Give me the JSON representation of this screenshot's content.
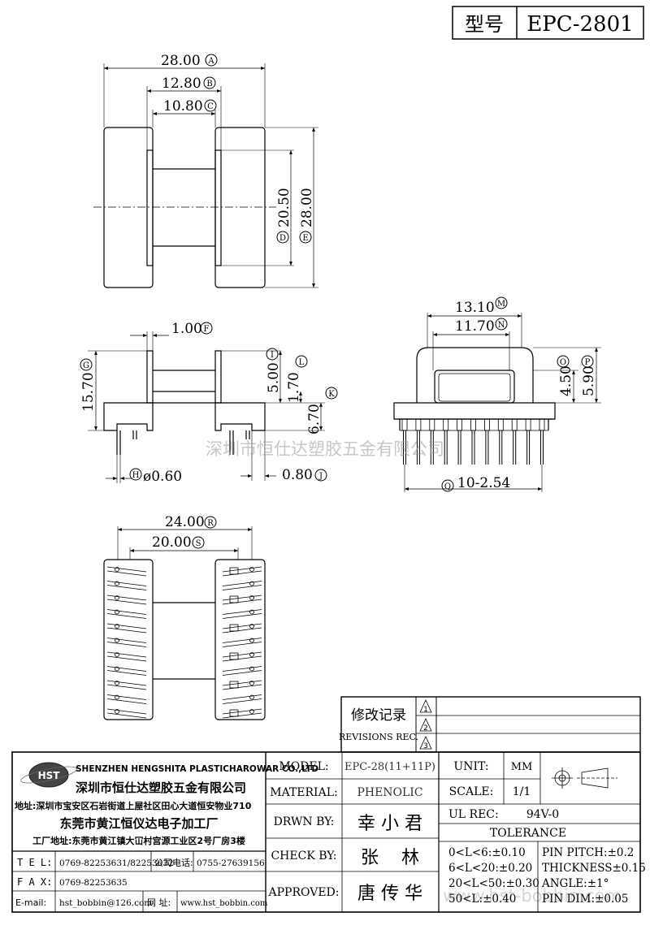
{
  "title_block": {
    "model_label": "型号",
    "model_value": "EPC-2801"
  },
  "views": {
    "top": {
      "dims": [
        {
          "label": "28.00",
          "tag": "A"
        },
        {
          "label": "12.80",
          "tag": "B"
        },
        {
          "label": "10.80",
          "tag": "C"
        },
        {
          "label": "20.50",
          "tag": "D"
        },
        {
          "label": "28.00",
          "tag": "E"
        }
      ]
    },
    "front": {
      "dims": [
        {
          "label": "1.00",
          "tag": "F"
        },
        {
          "label": "15.70",
          "tag": "G"
        },
        {
          "label": "ø0.60",
          "tag": "H"
        },
        {
          "label": "5.00",
          "tag": "I"
        },
        {
          "label": "0.80",
          "tag": "J"
        },
        {
          "label": "6.70",
          "tag": "K"
        },
        {
          "label": "1.70",
          "tag": "L"
        }
      ]
    },
    "side": {
      "dims": [
        {
          "label": "13.10",
          "tag": "M"
        },
        {
          "label": "11.70",
          "tag": "N"
        },
        {
          "label": "4.50",
          "tag": "O"
        },
        {
          "label": "5.90",
          "tag": "P"
        },
        {
          "label": "10-2.54",
          "tag": "Q"
        }
      ]
    },
    "bottom": {
      "dims": [
        {
          "label": "24.00",
          "tag": "R"
        },
        {
          "label": "20.00",
          "tag": "S"
        }
      ]
    }
  },
  "watermarks": {
    "center": "深圳市恒仕达塑胶五金有限公司",
    "footer": "www.hst-bobbin.com"
  },
  "revisions": {
    "label_cn": "修改记录",
    "label_en": "REVISIONS REC.",
    "marks": [
      "1",
      "2",
      "3"
    ]
  },
  "company": {
    "logo_text": "HST",
    "name_en": "SHENZHEN HENGSHITA PLASTICHAROWAR CO.,LTD",
    "name_cn": "深圳市恒仕达塑胶五金有限公司",
    "address": "地址:深圳市宝安区石岩街道上屋社区田心大道恒安物业710",
    "factory_name": "东莞市黄江恒仪达电子加工厂",
    "factory_address": "工厂地址:东莞市黄江镇大冚村宫源工业区2号厂房3楼",
    "tel_label": "T E L:",
    "tel_value": "0769-82253631/82253632",
    "office_tel_label": "公司电话:",
    "office_tel_value": "0755-27639156",
    "fax_label": "F A X:",
    "fax_value": "0769-82253635",
    "email_label": "E-mail:",
    "email_value": "hst_bobbin@126.com",
    "web_label": "网  址:",
    "web_value": "www.hst_bobbin.com"
  },
  "specs": {
    "model_label": "MODEL:",
    "model_value": "EPC-28(11+11P)",
    "material_label": "MATERIAL:",
    "material_value": "PHENOLIC",
    "drawn_label": "DRWN BY:",
    "drawn_value": "幸 小 君",
    "check_label": "CHECK BY:",
    "check_value": "张    林",
    "approved_label": "APPROVED:",
    "approved_value": "唐 传 华",
    "unit_label": "UNIT:",
    "unit_value": "MM",
    "scale_label": "SCALE:",
    "scale_value": "1/1",
    "ul_label": "UL REC:",
    "ul_value": "94V-0",
    "tolerance_label": "TOLERANCE",
    "tolerance_left": [
      "0<L<6:±0.10",
      "6<L<20:±0.20",
      "20<L<50:±0.30",
      "50<L:±0.40"
    ],
    "tolerance_right": [
      "PIN PITCH:±0.2",
      "THICKNESS±0.15",
      "ANGLE:±1°",
      "PIN DIM:±0.05"
    ]
  }
}
